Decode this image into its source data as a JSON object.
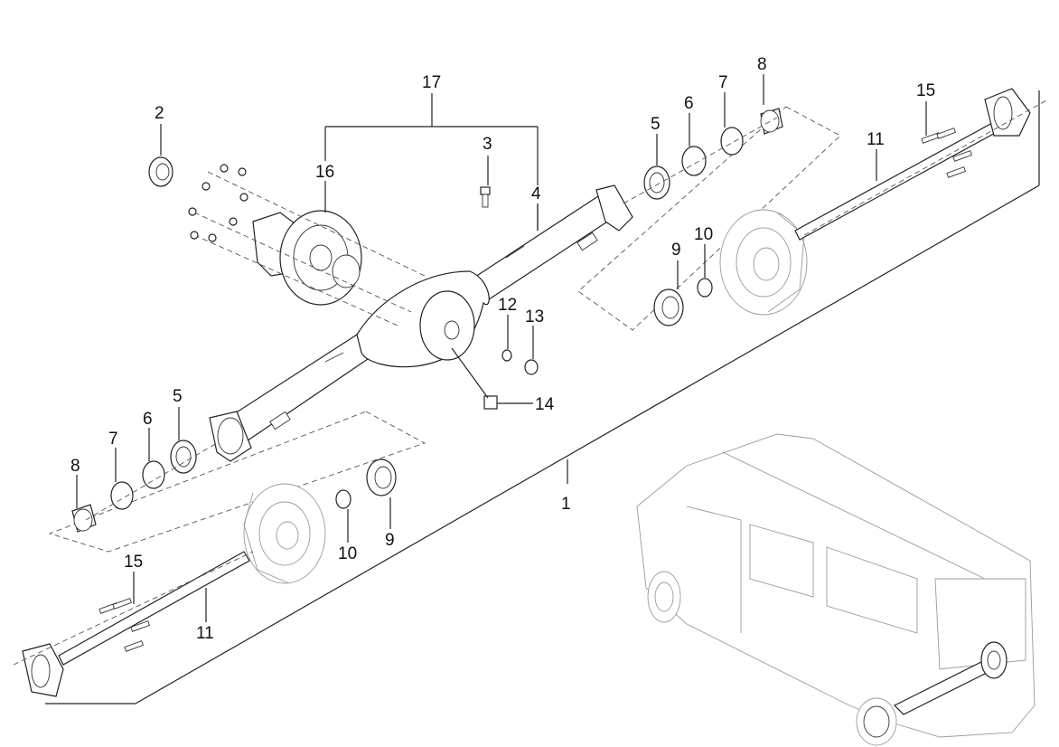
{
  "callouts": [
    {
      "id": "c1",
      "text": "1"
    },
    {
      "id": "c2",
      "text": "2"
    },
    {
      "id": "c3",
      "text": "3"
    },
    {
      "id": "c4",
      "text": "4"
    },
    {
      "id": "c5a",
      "text": "5"
    },
    {
      "id": "c6a",
      "text": "6"
    },
    {
      "id": "c7a",
      "text": "7"
    },
    {
      "id": "c8a",
      "text": "8"
    },
    {
      "id": "c9a",
      "text": "9"
    },
    {
      "id": "c10a",
      "text": "10"
    },
    {
      "id": "c11a",
      "text": "11"
    },
    {
      "id": "c12",
      "text": "12"
    },
    {
      "id": "c13",
      "text": "13"
    },
    {
      "id": "c14",
      "text": "14"
    },
    {
      "id": "c15a",
      "text": "15"
    },
    {
      "id": "c16",
      "text": "16"
    },
    {
      "id": "c17",
      "text": "17"
    },
    {
      "id": "c5b",
      "text": "5"
    },
    {
      "id": "c6b",
      "text": "6"
    },
    {
      "id": "c7b",
      "text": "7"
    },
    {
      "id": "c8b",
      "text": "8"
    },
    {
      "id": "c9b",
      "text": "9"
    },
    {
      "id": "c10b",
      "text": "10"
    },
    {
      "id": "c11b",
      "text": "11"
    },
    {
      "id": "c15b",
      "text": "15"
    }
  ]
}
